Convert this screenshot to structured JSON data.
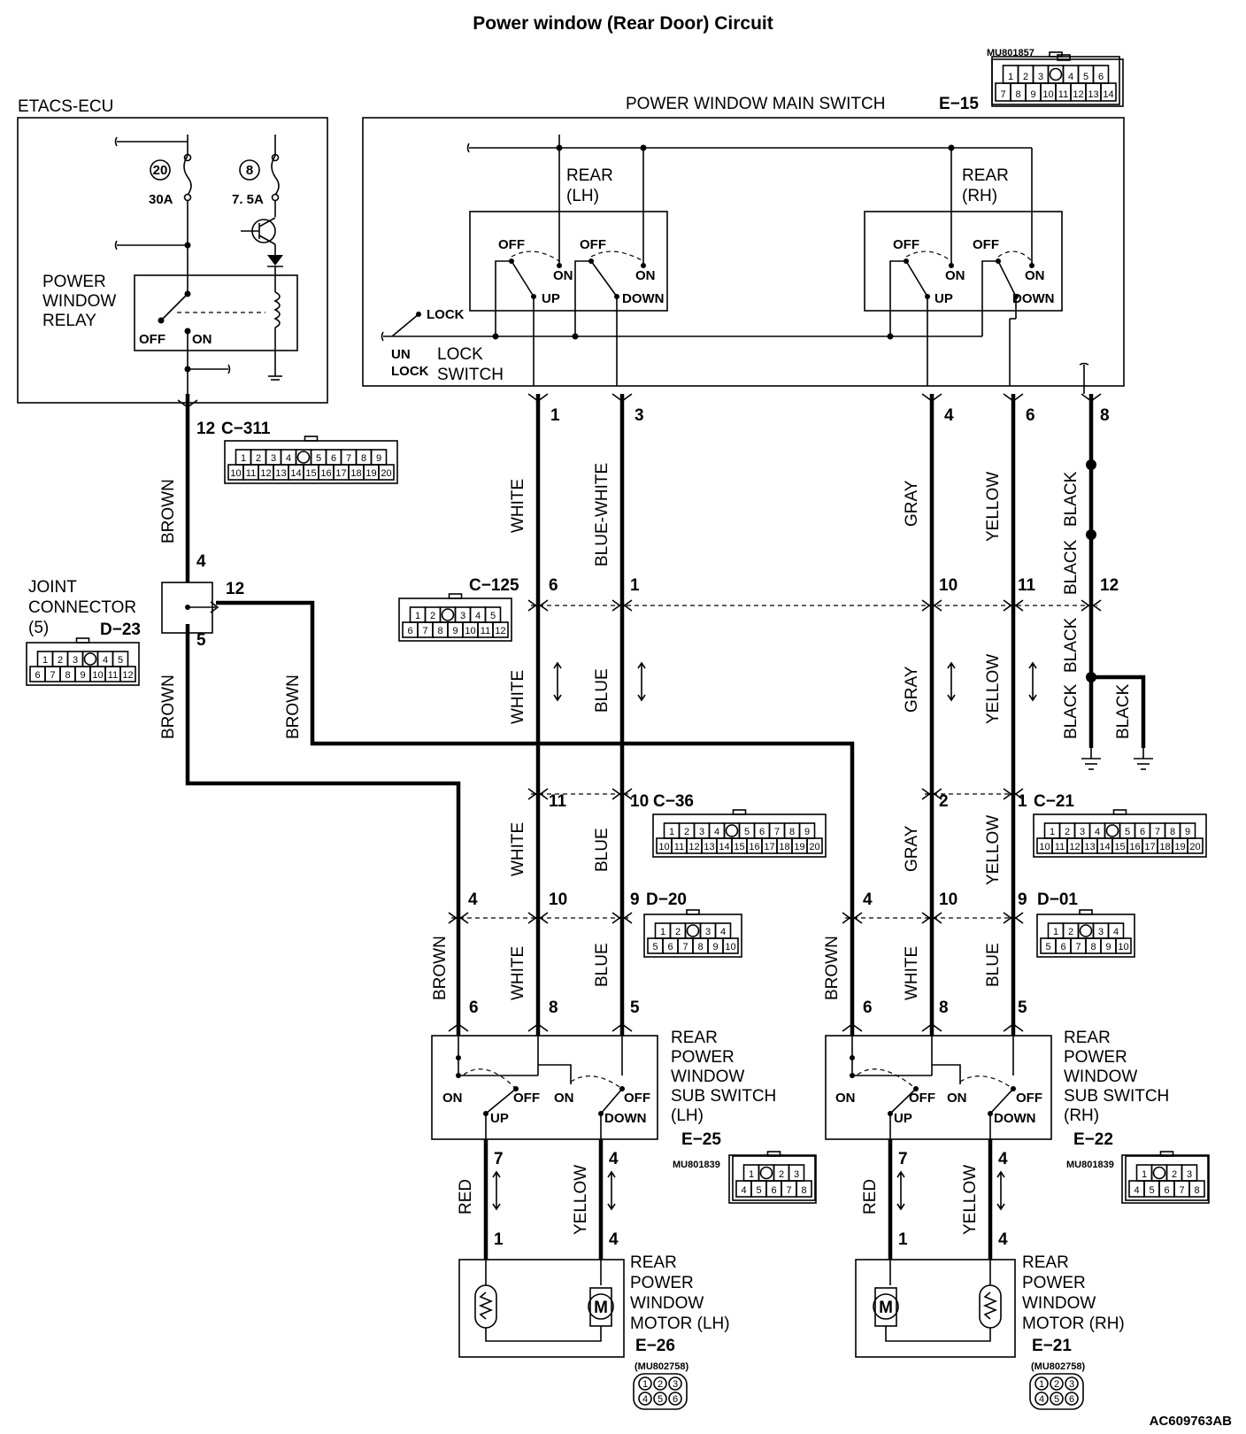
{
  "title": "Power window (Rear Door) Circuit",
  "figure_id": "AC609763AB",
  "etacs": {
    "label": "ETACS-ECU",
    "fuse20": "20",
    "fuse20_rating": "30A",
    "fuse8": "8",
    "fuse8_rating": "7. 5A",
    "relay_label": [
      "POWER",
      "WINDOW",
      "RELAY"
    ],
    "relay_off": "OFF",
    "relay_on": "ON"
  },
  "main_switch": {
    "label": "POWER WINDOW MAIN SWITCH",
    "code": "E−15",
    "part_no": "MU801857",
    "rear_lh": [
      "REAR",
      "(LH)"
    ],
    "rear_rh": [
      "REAR",
      "(RH)"
    ],
    "off": "OFF",
    "on": "ON",
    "up": "UP",
    "down": "DOWN",
    "lock": "LOCK",
    "unlock": [
      "UN",
      "LOCK"
    ],
    "lock_switch": [
      "LOCK",
      "SWITCH"
    ],
    "pins": [
      "1",
      "3",
      "4",
      "6",
      "8"
    ],
    "connector_rows": [
      [
        "1",
        "2",
        "3",
        "",
        "4",
        "5",
        "6"
      ],
      [
        "7",
        "8",
        "9",
        "10",
        "11",
        "12",
        "13",
        "14"
      ]
    ]
  },
  "connectors": {
    "c311": {
      "code": "C−311",
      "pin": "12",
      "rows": [
        [
          "1",
          "2",
          "3",
          "4",
          "",
          "5",
          "6",
          "7",
          "8",
          "9"
        ],
        [
          "10",
          "11",
          "12",
          "13",
          "14",
          "15",
          "16",
          "17",
          "18",
          "19",
          "20"
        ]
      ]
    },
    "joint": {
      "label": [
        "JOINT",
        "CONNECTOR",
        "(5)"
      ],
      "code": "D−23",
      "pin_in": "4",
      "pin_out": "12",
      "pin_down": "5",
      "rows": [
        [
          "1",
          "2",
          "3",
          "",
          "4",
          "5"
        ],
        [
          "6",
          "7",
          "8",
          "9",
          "10",
          "11",
          "12"
        ]
      ]
    },
    "c125": {
      "code": "C−125",
      "pins": [
        "6",
        "1",
        "10",
        "11",
        "12"
      ],
      "rows": [
        [
          "1",
          "2",
          "",
          "3",
          "4",
          "5"
        ],
        [
          "6",
          "7",
          "8",
          "9",
          "10",
          "11",
          "12"
        ]
      ]
    },
    "c36": {
      "code": "C−36",
      "pins": [
        "11",
        "10"
      ],
      "rows": [
        [
          "1",
          "2",
          "3",
          "4",
          "",
          "5",
          "6",
          "7",
          "8",
          "9"
        ],
        [
          "10",
          "11",
          "12",
          "13",
          "14",
          "15",
          "16",
          "17",
          "18",
          "19",
          "20"
        ]
      ]
    },
    "c21": {
      "code": "C−21",
      "pins": [
        "2",
        "1"
      ],
      "rows": [
        [
          "1",
          "2",
          "3",
          "4",
          "",
          "5",
          "6",
          "7",
          "8",
          "9"
        ],
        [
          "10",
          "11",
          "12",
          "13",
          "14",
          "15",
          "16",
          "17",
          "18",
          "19",
          "20"
        ]
      ]
    },
    "d20": {
      "code": "D−20",
      "pins": [
        "4",
        "10",
        "9"
      ],
      "rows": [
        [
          "1",
          "2",
          "",
          "3",
          "4"
        ],
        [
          "5",
          "6",
          "7",
          "8",
          "9",
          "10"
        ]
      ]
    },
    "d01": {
      "code": "D−01",
      "pins": [
        "4",
        "10",
        "9"
      ],
      "rows": [
        [
          "1",
          "2",
          "",
          "3",
          "4"
        ],
        [
          "5",
          "6",
          "7",
          "8",
          "9",
          "10"
        ]
      ]
    }
  },
  "wires": {
    "brown": "BROWN",
    "white": "WHITE",
    "blue_white": "BLUE-WHITE",
    "blue": "BLUE",
    "gray": "GRAY",
    "yellow": "YELLOW",
    "black": "BLACK",
    "red": "RED"
  },
  "sub_lh": {
    "label": [
      "REAR",
      "POWER",
      "WINDOW",
      "SUB SWITCH",
      "(LH)"
    ],
    "code": "E−25",
    "part_no": "MU801839",
    "pins_top": [
      "6",
      "8",
      "5"
    ],
    "pins_bottom": [
      "7",
      "4"
    ],
    "on": "ON",
    "off": "OFF",
    "up": "UP",
    "down": "DOWN",
    "rows": [
      [
        "1",
        "",
        "2",
        "3"
      ],
      [
        "4",
        "5",
        "6",
        "7",
        "8"
      ]
    ]
  },
  "sub_rh": {
    "label": [
      "REAR",
      "POWER",
      "WINDOW",
      "SUB SWITCH",
      "(RH)"
    ],
    "code": "E−22",
    "part_no": "MU801839",
    "pins_top": [
      "6",
      "8",
      "5"
    ],
    "pins_bottom": [
      "7",
      "4"
    ],
    "on": "ON",
    "off": "OFF",
    "up": "UP",
    "down": "DOWN",
    "rows": [
      [
        "1",
        "",
        "2",
        "3"
      ],
      [
        "4",
        "5",
        "6",
        "7",
        "8"
      ]
    ]
  },
  "motor_lh": {
    "label": [
      "REAR",
      "POWER",
      "WINDOW",
      "MOTOR (LH)"
    ],
    "code": "E−26",
    "part_no": "(MU802758)",
    "pins": [
      "1",
      "4"
    ],
    "motor_symbol": "M",
    "connector_pins": [
      "1",
      "2",
      "3",
      "4",
      "5",
      "6"
    ]
  },
  "motor_rh": {
    "label": [
      "REAR",
      "POWER",
      "WINDOW",
      "MOTOR (RH)"
    ],
    "code": "E−21",
    "part_no": "(MU802758)",
    "pins": [
      "1",
      "4"
    ],
    "motor_symbol": "M",
    "connector_pins": [
      "1",
      "2",
      "3",
      "4",
      "5",
      "6"
    ]
  }
}
